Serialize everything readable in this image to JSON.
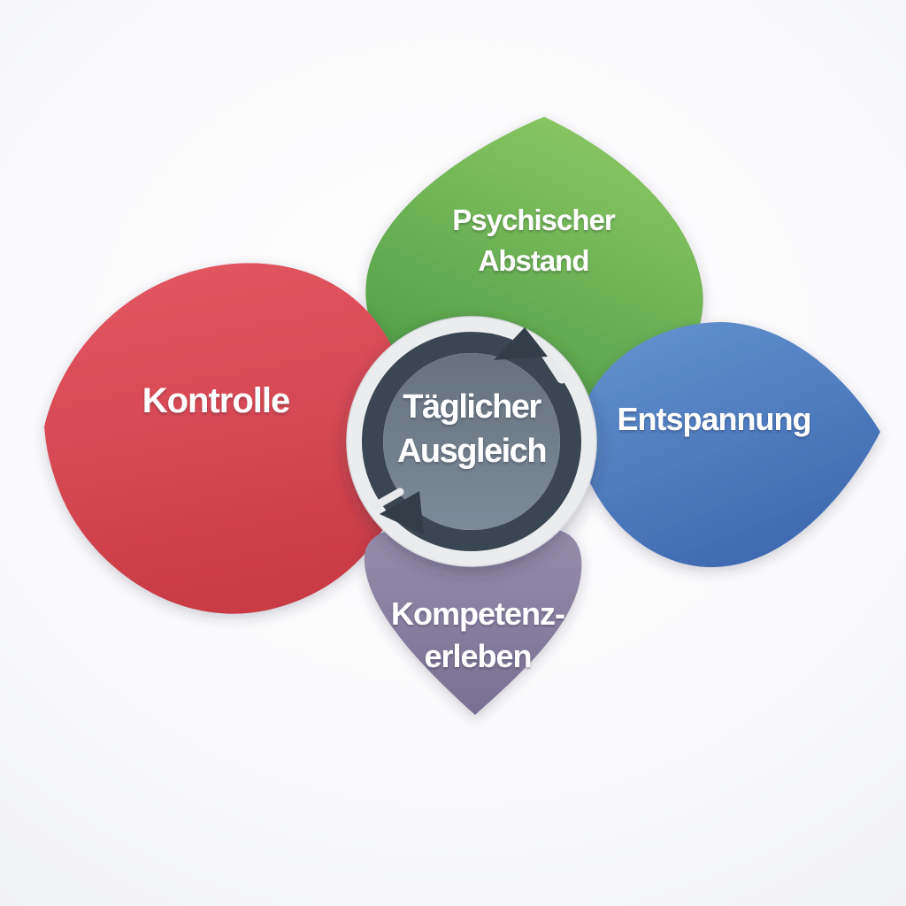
{
  "diagram": {
    "type": "flower-cycle-diagram",
    "background_color": "#fafafc",
    "text_color": "#ffffff",
    "center": {
      "label_line1": "Täglicher",
      "label_line2": "Ausgleich",
      "inner_color_top": "#66737f",
      "inner_color_bottom": "#7d8a97",
      "ring_color": "#3a4651",
      "outer_ring_color": "#ebecee",
      "arrow_color": "#333e49",
      "arrow_direction": "clockwise",
      "arrow_icon": "cycle-arrows"
    },
    "petals": [
      {
        "position": "top",
        "label_line1": "Psychischer",
        "label_line2": "Abstand",
        "color_light": "#8bc863",
        "color_dark": "#4f9c47"
      },
      {
        "position": "left",
        "label_line1": "Kontrolle",
        "label_line2": "",
        "color_light": "#e25560",
        "color_dark": "#c83a43"
      },
      {
        "position": "right",
        "label_line1": "Entspannung",
        "label_line2": "",
        "color_light": "#6190cd",
        "color_dark": "#3c66ae"
      },
      {
        "position": "bottom",
        "label_line1": "Kompetenz-",
        "label_line2": "erleben",
        "color_light": "#978eac",
        "color_dark": "#786f92"
      }
    ]
  }
}
